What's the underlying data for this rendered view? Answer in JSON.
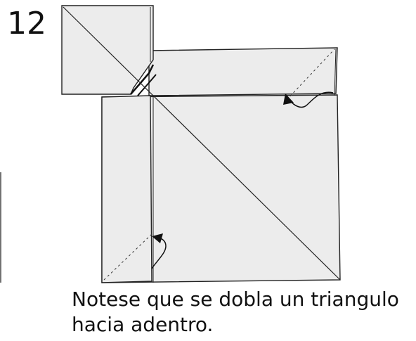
{
  "step": {
    "number": "12"
  },
  "caption": {
    "line1": "Notese que se dobla un triangulo",
    "line2": "hacia adentro."
  },
  "colors": {
    "paper": "#ececec",
    "outline": "#222222",
    "background": "#ffffff"
  }
}
